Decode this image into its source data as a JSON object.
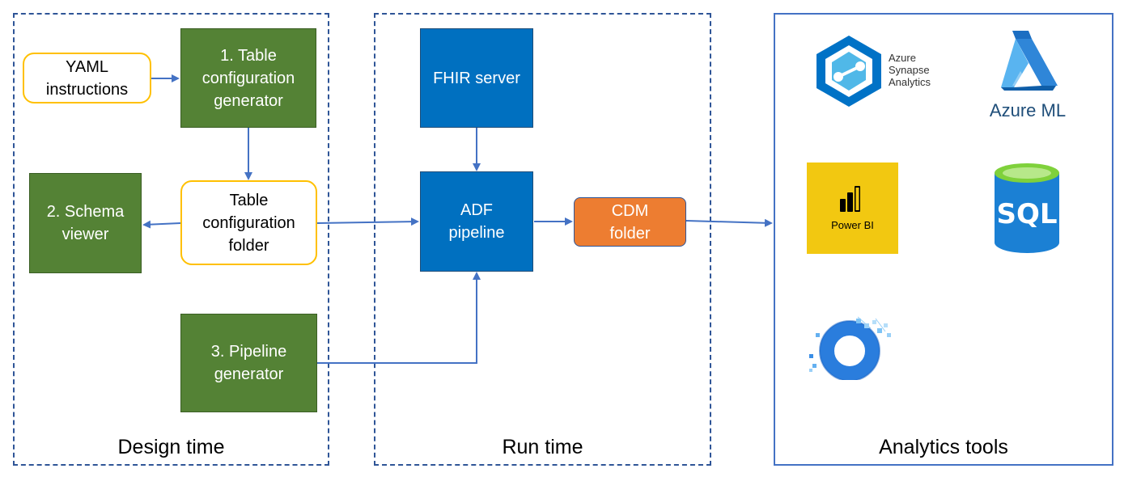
{
  "regions": {
    "design": "Design time",
    "run": "Run time",
    "analytics": "Analytics tools"
  },
  "nodes": {
    "yaml": "YAML\ninstructions",
    "table_config_generator": "1. Table\nconfiguration\ngenerator",
    "schema_viewer": "2. Schema\nviewer",
    "table_config_folder": "Table\nconfiguration\nfolder",
    "pipeline_generator": "3. Pipeline\ngenerator",
    "fhir_server": "FHIR server",
    "adf_pipeline": "ADF\npipeline",
    "cdm_folder": "CDM\nfolder"
  },
  "tools": {
    "synapse": "Azure\nSynapse\nAnalytics",
    "azure_ml": "Azure ML",
    "power_bi": "Power BI",
    "sql": "SQL"
  },
  "icons": {
    "synapse": "azure-synapse-icon",
    "azure_ml": "azure-ml-icon",
    "power_bi": "power-bi-icon",
    "sql": "sql-database-icon",
    "ring": "data-ring-icon"
  },
  "colors": {
    "green": "#548235",
    "blue": "#0070c0",
    "orange": "#ed7d31",
    "yellow": "#ffc000",
    "arrow": "#4472c4"
  }
}
